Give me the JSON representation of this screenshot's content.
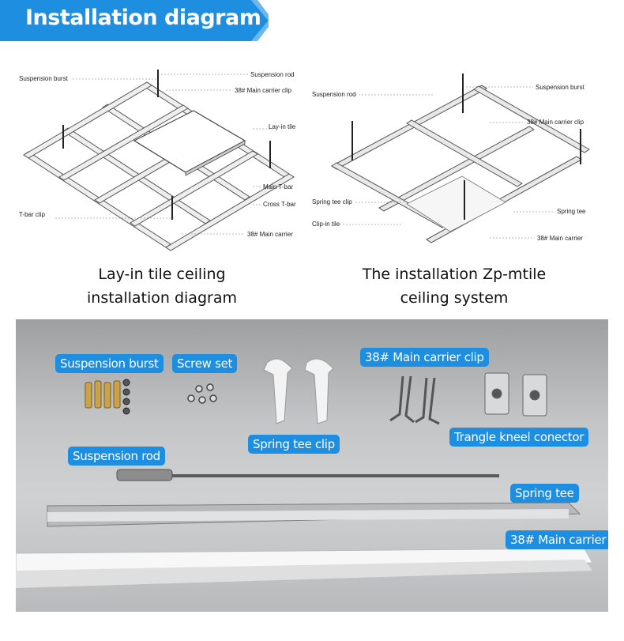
{
  "banner": {
    "title": "Installation diagram",
    "color": "#1e8ee0"
  },
  "left_diagram": {
    "labels": {
      "suspension_burst": "Suspension burst",
      "suspension_rod": "Suspension rod",
      "main_carrier_clip": "38# Main carrier clip",
      "lay_in_tile": "Lay-in tile",
      "main_t_bar": "Main T-bar",
      "cross_t_bar": "Cross T-bar",
      "t_bar_clip": "T-bar clip",
      "main_carrier": "38# Main carrier"
    },
    "caption_line1": "Lay-in tile ceiling",
    "caption_line2": "installation diagram"
  },
  "right_diagram": {
    "labels": {
      "suspension_rod": "Suspension rod",
      "suspension_burst": "Suspension burst",
      "main_carrier_clip": "38# Main carrier clip",
      "spring_tee_clip": "Spring tee clip",
      "spring_tee": "Spring tee",
      "clip_in_tile": "Clip-in tile",
      "main_carrier": "38# Main carrier"
    },
    "caption_line1": "The installation Zp-mtile",
    "caption_line2": "ceiling system"
  },
  "parts": {
    "suspension_burst": "Suspension burst",
    "screw_set": "Screw set",
    "main_carrier_clip": "38# Main carrier clip",
    "spring_tee_clip": "Spring tee clip",
    "triangle_kneel_connector": "Trangle kneel conector",
    "suspension_rod": "Suspension rod",
    "spring_tee": "Spring tee",
    "main_carrier": "38# Main carrier"
  }
}
